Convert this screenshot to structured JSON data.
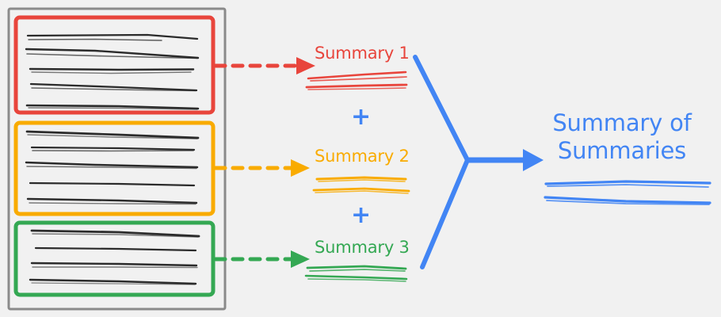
{
  "diagram": {
    "title_semantic": "hierarchical-summarization-diagram",
    "background_color": "#f1f1f1"
  },
  "colors": {
    "red": "#E8453C",
    "yellow": "#F9AB00",
    "green": "#34A853",
    "blue": "#4285F4",
    "frame_gray": "#8A8A8A",
    "doc_text_gray": "#2b2b2b"
  },
  "source_document": {
    "name": "source-document-frame",
    "chunks": [
      {
        "id": "chunk-1",
        "color": "#E8453C",
        "line_count": 5
      },
      {
        "id": "chunk-2",
        "color": "#F9AB00",
        "line_count": 5
      },
      {
        "id": "chunk-3",
        "color": "#34A853",
        "line_count": 4
      }
    ]
  },
  "summaries": [
    {
      "id": "summary-1",
      "label": "Summary 1",
      "color": "#E8453C",
      "arrow": "dashed-arrow-red"
    },
    {
      "id": "summary-2",
      "label": "Summary 2",
      "color": "#F9AB00",
      "arrow": "dashed-arrow-yellow"
    },
    {
      "id": "summary-3",
      "label": "Summary 3",
      "color": "#34A853",
      "arrow": "dashed-arrow-green"
    }
  ],
  "operators": [
    {
      "id": "plus-1",
      "symbol": "+",
      "color": "#4285F4"
    },
    {
      "id": "plus-2",
      "symbol": "+",
      "color": "#4285F4"
    }
  ],
  "merge": {
    "name": "merge-connector",
    "color": "#4285F4",
    "junction": [
      590,
      202
    ]
  },
  "final": {
    "label": "Summary of\nSummaries",
    "line1": "Summary of",
    "line2": "Summaries",
    "color": "#4285F4",
    "underline_count": 2
  }
}
